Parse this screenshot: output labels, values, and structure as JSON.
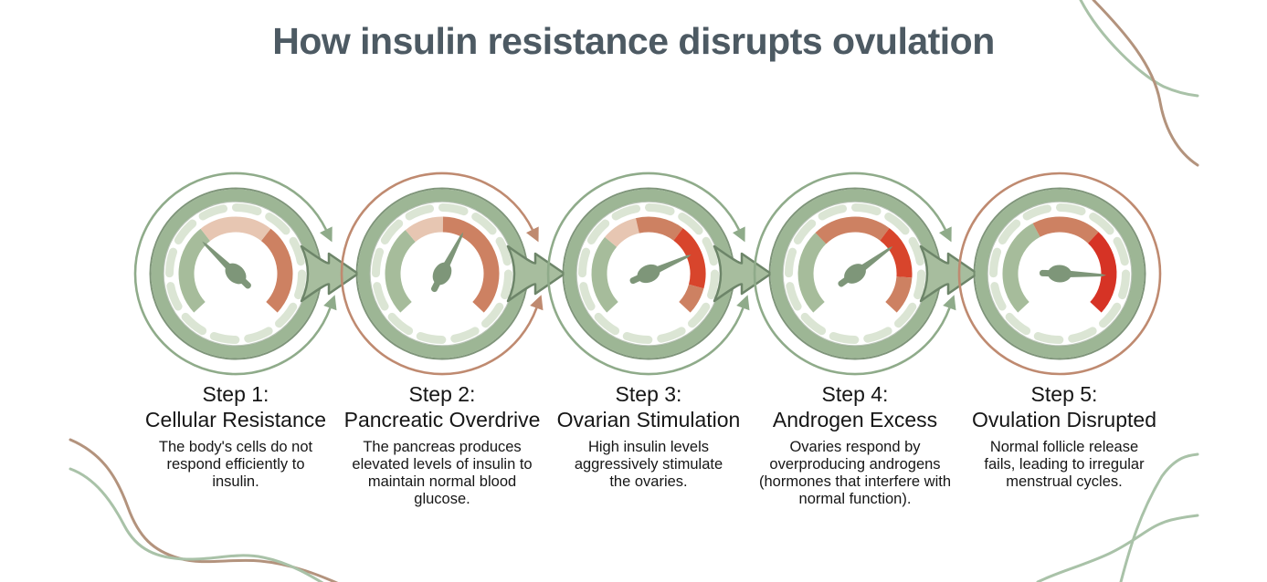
{
  "title": "How insulin resistance disrupts ovulation",
  "colors": {
    "title_text": "#4d5a63",
    "step_text": "#161616",
    "sage": "#9db695",
    "sage_dark": "#71896c",
    "sage_light": "#dbe5d4",
    "green_arc": "#a6bc9b",
    "salmon_light": "#e7c6b2",
    "salmon": "#cd8162",
    "red": "#d8452c",
    "red_bright": "#d63325",
    "needle": "#7e9679",
    "circle_green": "#8fab8a",
    "circle_salmon": "#bf8a70",
    "arrow_fill": "#a7bd9e",
    "arrow_stroke": "#6d8569",
    "line_green": "#a9c2a8",
    "line_tan": "#b3937d"
  },
  "steps": [
    {
      "step_label": "Step 1:",
      "name": "Cellular Resistance",
      "description": "The body's cells do not respond efficiently to insulin.",
      "gauge": {
        "needle_angle": 136,
        "accent": "green",
        "segments": [
          {
            "from": 223,
            "to": 128,
            "color": "green_arc"
          },
          {
            "from": 128,
            "to": 52,
            "color": "salmon_light"
          },
          {
            "from": 52,
            "to": -43,
            "color": "salmon"
          }
        ]
      }
    },
    {
      "step_label": "Step 2:",
      "name": "Pancreatic Overdrive",
      "description": "The pancreas produces elevated levels of insulin to maintain normal blood glucose.",
      "gauge": {
        "needle_angle": 63,
        "accent": "salmon",
        "segments": [
          {
            "from": 223,
            "to": 130,
            "color": "green_arc"
          },
          {
            "from": 130,
            "to": 89,
            "color": "salmon_light"
          },
          {
            "from": 89,
            "to": -43,
            "color": "salmon"
          }
        ]
      }
    },
    {
      "step_label": "Step 3:",
      "name": "Ovarian Stimulation",
      "description": "High insulin levels aggressively stimulate the ovaries.",
      "gauge": {
        "needle_angle": 24,
        "accent": "green",
        "segments": [
          {
            "from": 223,
            "to": 140,
            "color": "green_arc"
          },
          {
            "from": 140,
            "to": 103,
            "color": "salmon_light"
          },
          {
            "from": 103,
            "to": 53,
            "color": "salmon"
          },
          {
            "from": 53,
            "to": -15,
            "color": "red"
          },
          {
            "from": -15,
            "to": -43,
            "color": "salmon"
          }
        ]
      }
    },
    {
      "step_label": "Step 4:",
      "name": "Androgen Excess",
      "description": "Ovaries respond by overproducing androgens (hormones that interfere with normal function).",
      "gauge": {
        "needle_angle": 36,
        "accent": "green",
        "segments": [
          {
            "from": 223,
            "to": 134,
            "color": "green_arc"
          },
          {
            "from": 134,
            "to": 53,
            "color": "salmon"
          },
          {
            "from": 53,
            "to": -4,
            "color": "red"
          },
          {
            "from": -4,
            "to": -43,
            "color": "salmon"
          }
        ]
      }
    },
    {
      "step_label": "Step 5:",
      "name": "Ovulation Disrupted",
      "description": "Normal follicle release fails, leading to irregular menstrual cycles.",
      "gauge": {
        "needle_angle": -2,
        "accent": "salmon",
        "segments": [
          {
            "from": 223,
            "to": 118,
            "color": "green_arc"
          },
          {
            "from": 118,
            "to": 47,
            "color": "salmon"
          },
          {
            "from": 47,
            "to": -43,
            "color": "red_bright"
          }
        ]
      }
    }
  ]
}
